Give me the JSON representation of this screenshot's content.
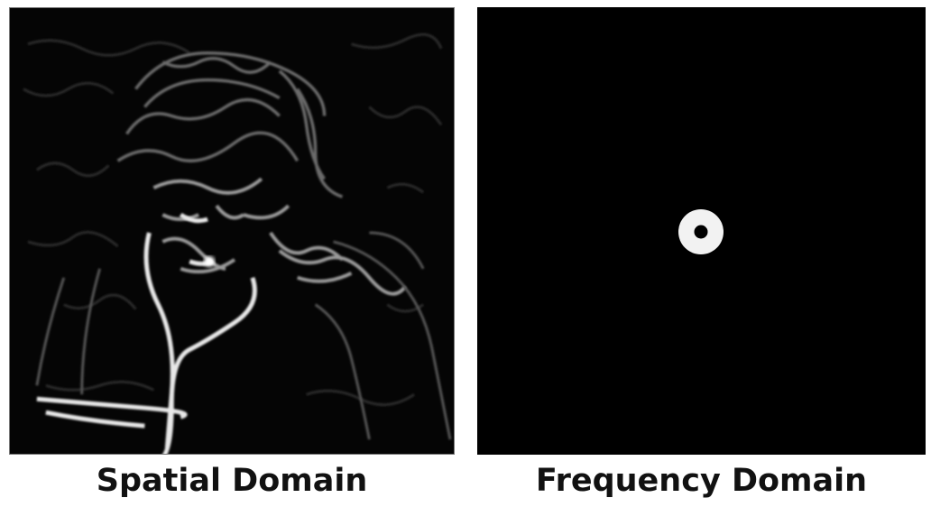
{
  "captions": {
    "spatial": "Spatial Domain",
    "frequency": "Frequency Domain"
  },
  "colors": {
    "background": "#000000",
    "edge_highlight": "#ffffff",
    "caption_text": "#111111"
  },
  "spatial_panel": {
    "description_icon": "band-pass-filtered-portrait-image"
  },
  "frequency_panel": {
    "description_icon": "band-pass-ring-filter"
  }
}
